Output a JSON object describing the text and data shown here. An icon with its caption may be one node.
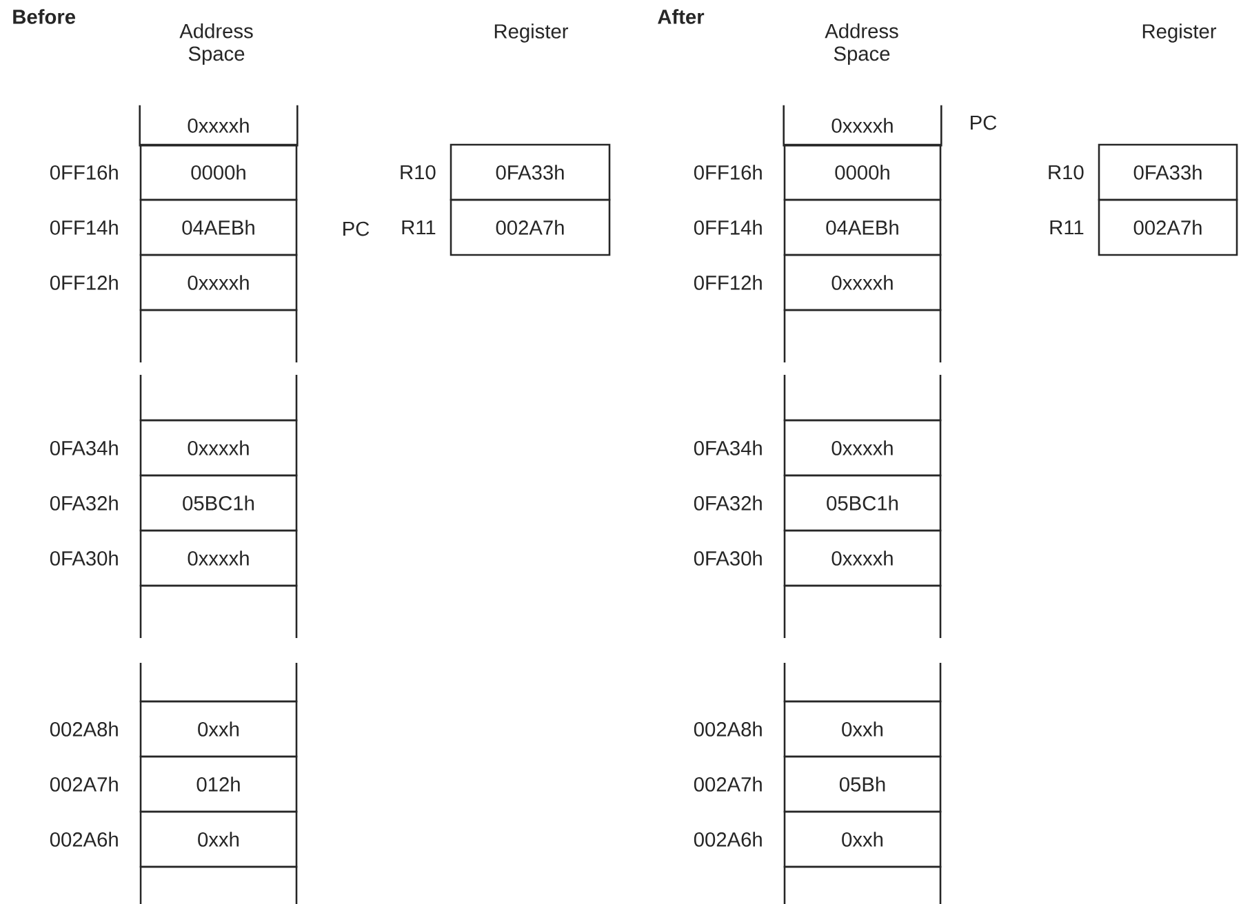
{
  "diagram": {
    "nodes": [
      {
        "text": [
          "0xxxxh"
        ]
      },
      {
        "text": [
          "0000h"
        ],
        "beside": [
          "0FF16h"
        ]
      },
      {
        "text": [
          "04AEBh"
        ],
        "beside": [
          "0FF14h"
        ]
      },
      {
        "text": [
          "0xxxxh"
        ],
        "beside": [
          "0FF12h"
        ]
      },
      {
        "text": [
          "0xxxxh"
        ],
        "beside": [
          "0FA34h"
        ]
      },
      {
        "text": [
          "05BC1h"
        ],
        "beside": [
          "0FA32h"
        ]
      },
      {
        "text": [
          "0xxxxh"
        ],
        "beside": [
          "0FA30h"
        ]
      },
      {
        "text": [
          "0xxh"
        ],
        "beside": [
          "002A8h"
        ]
      },
      {
        "text": [
          "012h"
        ],
        "beside": [
          "002A7h"
        ]
      },
      {
        "text": [
          "0xxh"
        ],
        "beside": [
          "002A6h"
        ]
      },
      {
        "text": [
          "0FA33h"
        ],
        "beside": [
          "R10"
        ]
      },
      {
        "text": [
          "002A7h"
        ],
        "beside": [
          "R11"
        ]
      },
      {
        "text": [
          "0xxxxh"
        ]
      },
      {
        "text": [
          "0000h"
        ],
        "beside": [
          "0FF16h"
        ]
      },
      {
        "text": [
          "04AEBh"
        ],
        "beside": [
          "0FF14h"
        ]
      },
      {
        "text": [
          "0xxxxh"
        ],
        "beside": [
          "0FF12h"
        ]
      },
      {
        "text": [
          "0xxxxh"
        ],
        "beside": [
          "0FA34h"
        ]
      },
      {
        "text": [
          "05BC1h"
        ],
        "beside": [
          "0FA32h"
        ]
      },
      {
        "text": [
          "0xxxxh"
        ],
        "beside": [
          "0FA30h"
        ]
      },
      {
        "text": [
          "0xxh"
        ],
        "beside": [
          "002A8h"
        ]
      },
      {
        "text": [
          "05Bh"
        ],
        "beside": [
          "002A7h"
        ]
      },
      {
        "text": [
          "0xxh"
        ],
        "beside": [
          "002A6h"
        ]
      },
      {
        "text": [
          "0FA33h"
        ],
        "beside": [
          "R10"
        ]
      },
      {
        "text": [
          "002A7h"
        ],
        "beside": [
          "R11"
        ]
      }
    ],
    "labels": [
      "Before",
      "Address Space",
      "Register",
      "PC",
      "After",
      "Address Space",
      "Register",
      "PC"
    ]
  }
}
